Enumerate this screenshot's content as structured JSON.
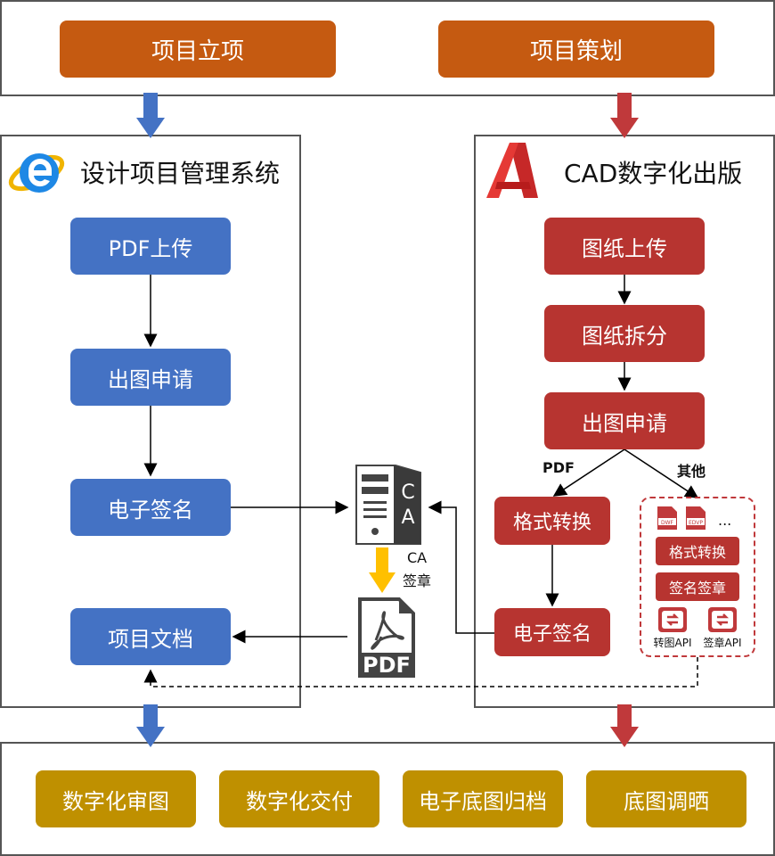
{
  "top": {
    "left_label": "项目立项",
    "right_label": "项目策划"
  },
  "left_panel": {
    "title": "设计项目管理系统",
    "icon": "ie-icon",
    "steps": [
      "PDF上传",
      "出图申请",
      "电子签名",
      "项目文档"
    ]
  },
  "right_panel": {
    "title": "CAD数字化出版",
    "icon": "autocad-icon",
    "steps": [
      "图纸上传",
      "图纸拆分",
      "出图申请"
    ],
    "branch_pdf": "PDF",
    "branch_other": "其他",
    "format_convert": "格式转换",
    "e_signature": "电子签名",
    "other_box": {
      "file_dwf": "DWF",
      "file_edvp": "EDVP",
      "ellipsis": "...",
      "format_convert": "格式转换",
      "sign_stamp": "签名签章",
      "convert_api": "转图API",
      "stamp_api": "签章API"
    }
  },
  "middle": {
    "server_letters": [
      "C",
      "A"
    ],
    "ca_stamp_line1": "CA",
    "ca_stamp_line2": "签章",
    "pdf_label": "PDF"
  },
  "bottom": {
    "items": [
      "数字化审图",
      "数字化交付",
      "电子底图归档",
      "底图调晒"
    ]
  },
  "colors": {
    "orange": "#c55a11",
    "blue": "#4472c4",
    "red": "#b73430",
    "gold": "#bf9000",
    "arrow_yellow": "#ffc000"
  }
}
